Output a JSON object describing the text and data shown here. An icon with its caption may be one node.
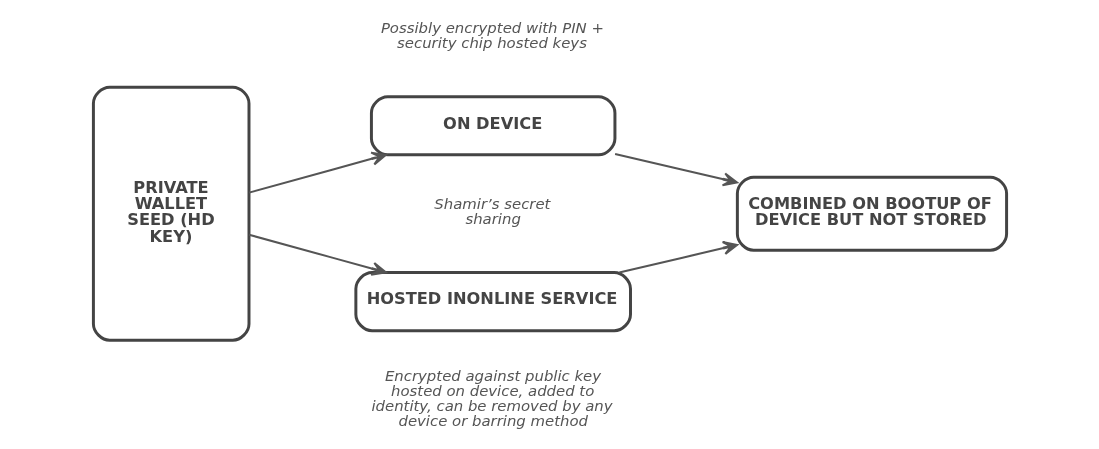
{
  "diagram": {
    "nodes": [
      {
        "text": [
          "PRIVATE WALLET SEED (HD KEY)"
        ]
      },
      {
        "text": [
          "ON DEVICE"
        ],
        "beside": [
          "Possibly encrypted with PIN + security chip hosted keys"
        ]
      },
      {
        "text": [
          "HOSTED INONLINE SERVICE"
        ],
        "beside": [
          "Encrypted against public key hosted on device, added to identity, can be removed by any device or barring method"
        ]
      },
      {
        "text": [
          "COMBINED ON BOOTUP OF DEVICE BUT NOT STORED"
        ]
      }
    ],
    "edges": [
      {
        "from": 0,
        "to": 1,
        "arrow": "to"
      },
      {
        "from": 0,
        "to": 2,
        "arrow": "to"
      },
      {
        "from": 1,
        "to": 3,
        "arrow": "to"
      },
      {
        "from": 2,
        "to": 3,
        "arrow": "to"
      }
    ],
    "labels": [
      "Shamir’s secret sharing"
    ]
  }
}
